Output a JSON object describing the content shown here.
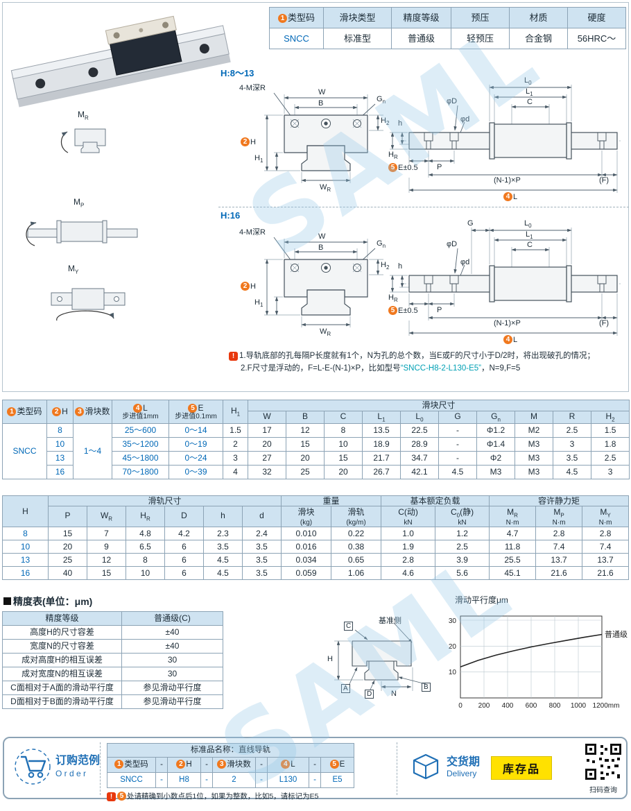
{
  "badges": [
    "1",
    "2",
    "3",
    "4",
    "5"
  ],
  "icons": {
    "warning": "!"
  },
  "watermark": "SAML",
  "spec": {
    "headers": [
      "类型码",
      "滑块类型",
      "精度等级",
      "预压",
      "材质",
      "硬度"
    ],
    "values": [
      "SNCC",
      "标准型",
      "普通级",
      "轻预压",
      "合金钢",
      "56HRC～"
    ]
  },
  "moments": [
    {
      "t": "M",
      "s": "R"
    },
    {
      "t": "M",
      "s": "P"
    },
    {
      "t": "M",
      "s": "Y"
    }
  ],
  "drawing": {
    "sec1": "H:8～13",
    "sec2": "H:16",
    "front": {
      "m": "4-M深R",
      "w": "W",
      "b": "B",
      "gn": "G",
      "gns": "n",
      "h": "H",
      "h1": "H",
      "h1s": "1",
      "h2": "H",
      "h2s": "2",
      "wr": "W",
      "wrs": "R"
    },
    "side": {
      "l0": "L",
      "l0s": "0",
      "l1": "L",
      "l1s": "1",
      "c": "C",
      "g": "G",
      "dD": "φD",
      "dd": "φd",
      "hr": "H",
      "hrs": "R",
      "h": "h",
      "e": "E±0.5",
      "p": "P",
      "np": "(N-1)×P",
      "f": "(F)",
      "l": "L"
    }
  },
  "notes": {
    "line1": "1.导轨底部的孔每隔P长度就有1个，N为孔的总个数，当E或F的尺寸小于D/2时，将出现破孔的情况；",
    "line2a": "2.F尺寸是浮动的，F=L-E-(N-1)×P，比如型号",
    "line2b": "“SNCC-H8-2-L130-E5”",
    "line2c": "，N=9,F=5"
  },
  "table1": {
    "h_type": "类型码",
    "h_h": "H",
    "h_num": "滑块数",
    "h_l": "L",
    "h_l_sub": "步进值1mm",
    "h_e": "E",
    "h_e_sub": "步进值0.1mm",
    "h_h1": "H",
    "h_h1s": "1",
    "h_group": "滑块尺寸",
    "sub": [
      {
        "t": "W"
      },
      {
        "t": "B"
      },
      {
        "t": "C"
      },
      {
        "t": "L",
        "s": "1"
      },
      {
        "t": "L",
        "s": "0"
      },
      {
        "t": "G"
      },
      {
        "t": "G",
        "s": "n"
      },
      {
        "t": "M"
      },
      {
        "t": "R"
      },
      {
        "t": "H",
        "s": "2"
      }
    ],
    "type": "SNCC",
    "num": "1～4",
    "rows": [
      [
        "8",
        "25～600",
        "0～14",
        "1.5",
        "17",
        "12",
        "8",
        "13.5",
        "22.5",
        "-",
        "Φ1.2",
        "M2",
        "2.5",
        "1.5"
      ],
      [
        "10",
        "35～1200",
        "0～19",
        "2",
        "20",
        "15",
        "10",
        "18.9",
        "28.9",
        "-",
        "Φ1.4",
        "M3",
        "3",
        "1.8"
      ],
      [
        "13",
        "45～1800",
        "0～24",
        "3",
        "27",
        "20",
        "15",
        "21.7",
        "34.7",
        "-",
        "Φ2",
        "M3",
        "3.5",
        "2.5"
      ],
      [
        "16",
        "70～1800",
        "0～39",
        "4",
        "32",
        "25",
        "20",
        "26.7",
        "42.1",
        "4.5",
        "M3",
        "M3",
        "4.5",
        "3"
      ]
    ]
  },
  "table2": {
    "g1": "H",
    "g2": "滑轨尺寸",
    "g3": "重量",
    "g4": "基本额定负载",
    "g5": "容许静力矩",
    "sub": [
      {
        "t": "P"
      },
      {
        "t": "W",
        "s": "R"
      },
      {
        "t": "H",
        "s": "R"
      },
      {
        "t": "D"
      },
      {
        "t": "h"
      },
      {
        "t": "d"
      },
      {
        "t": "滑块",
        "u": "(kg)"
      },
      {
        "t": "滑轨",
        "u": "(kg/m)"
      },
      {
        "t": "C(动)",
        "u": "kN"
      },
      {
        "t": "C",
        "s": "0",
        "t2": "(静)",
        "u": "kN"
      },
      {
        "t": "M",
        "s": "R",
        "u": "N·m"
      },
      {
        "t": "M",
        "s": "P",
        "u": "N·m"
      },
      {
        "t": "M",
        "s": "Y",
        "u": "N·m"
      }
    ],
    "rows": [
      [
        "8",
        "15",
        "7",
        "4.8",
        "4.2",
        "2.3",
        "2.4",
        "0.010",
        "0.22",
        "1.0",
        "1.2",
        "4.7",
        "2.8",
        "2.8"
      ],
      [
        "10",
        "20",
        "9",
        "6.5",
        "6",
        "3.5",
        "3.5",
        "0.016",
        "0.38",
        "1.9",
        "2.5",
        "11.8",
        "7.4",
        "7.4"
      ],
      [
        "13",
        "25",
        "12",
        "8",
        "6",
        "4.5",
        "3.5",
        "0.034",
        "0.65",
        "2.8",
        "3.9",
        "25.5",
        "13.7",
        "13.7"
      ],
      [
        "16",
        "40",
        "15",
        "10",
        "6",
        "4.5",
        "3.5",
        "0.059",
        "1.06",
        "4.6",
        "5.6",
        "45.1",
        "21.6",
        "21.6"
      ]
    ]
  },
  "precision": {
    "title": "精度表(单位：μm)",
    "header": [
      "精度等级",
      "普通级(C)"
    ],
    "rows": [
      [
        "高度H的尺寸容差",
        "±40"
      ],
      [
        "宽度N的尺寸容差",
        "±40"
      ],
      [
        "成对高度H的相互误差",
        "30"
      ],
      [
        "成对宽度N的相互误差",
        "30"
      ],
      [
        "C面相对于A面的滑动平行度",
        "参见滑动平行度"
      ],
      [
        "D面相对于B面的滑动平行度",
        "参见滑动平行度"
      ]
    ],
    "diagram": {
      "datum": "基准侧",
      "c": "C",
      "h": "H",
      "a": "A",
      "d": "D",
      "n": "N",
      "b": "B"
    }
  },
  "chart_data": {
    "type": "line",
    "title": "滑动平行度μm",
    "x_ticks": [
      0,
      200,
      400,
      600,
      800,
      1000,
      1200
    ],
    "tick_labels": [
      "0",
      "200",
      "400",
      "600",
      "800",
      "1000",
      "1200mm"
    ],
    "y_ticks": [
      10,
      20,
      30
    ],
    "xlim": [
      0,
      1200
    ],
    "ylim": [
      0,
      30
    ],
    "grid": true,
    "legend_position": "right",
    "series": [
      {
        "name": "普通级",
        "x": [
          0,
          150,
          300,
          450,
          600,
          750,
          900,
          1050,
          1200
        ],
        "values": [
          12,
          14.5,
          16.5,
          18.2,
          19.7,
          21,
          22.2,
          23.4,
          24.5
        ]
      }
    ]
  },
  "order": {
    "heading": "订购范例",
    "heading_en": "O r d e r",
    "table_title": "标准品名称：直线导轨",
    "cols": [
      "类型码",
      "H",
      "滑块数",
      "L",
      "E"
    ],
    "sep": "-",
    "values": [
      "SNCC",
      "-",
      "H8",
      "-",
      "2",
      "-",
      "L130",
      "-",
      "E5"
    ],
    "note": "处请精确到小数点后1位，如果为整数，比如5，请标记为E5"
  },
  "delivery": {
    "cn": "交货期",
    "en": "Delivery",
    "stock": "库存品",
    "qr_caption": "扫码查询"
  }
}
